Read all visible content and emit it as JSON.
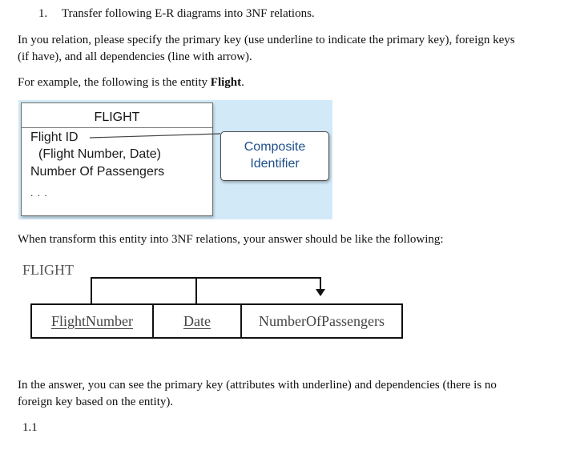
{
  "question": {
    "number": "1.",
    "title": "Transfer following E-R diagrams into 3NF relations."
  },
  "instructions": {
    "line1": "In you relation, please specify the primary key (use underline to indicate the primary key), foreign keys",
    "line2": "(if have), and all dependencies (line with arrow).",
    "example_prefix": "For example, the following is the entity ",
    "example_entity": "Flight",
    "example_suffix": "."
  },
  "er_diagram": {
    "entity_name": "FLIGHT",
    "attribute_composite": "Flight ID",
    "attribute_components": "(Flight Number, Date)",
    "attribute_other": "Number Of Passengers",
    "ellipsis": ". . .",
    "callout_line1": "Composite",
    "callout_line2": "Identifier"
  },
  "transform_text": "When transform this entity into 3NF relations, your answer should be like the following:",
  "relation": {
    "name": "FLIGHT",
    "attributes": [
      {
        "name": "FlightNumber",
        "primary_key": true
      },
      {
        "name": "Date",
        "primary_key": true
      },
      {
        "name": "NumberOfPassengers",
        "primary_key": false
      }
    ]
  },
  "explanation": {
    "line1": "In the answer, you can see the primary key (attributes with underline) and dependencies (there is no",
    "line2": "foreign key based on the entity)."
  },
  "subquestion": "1.1"
}
